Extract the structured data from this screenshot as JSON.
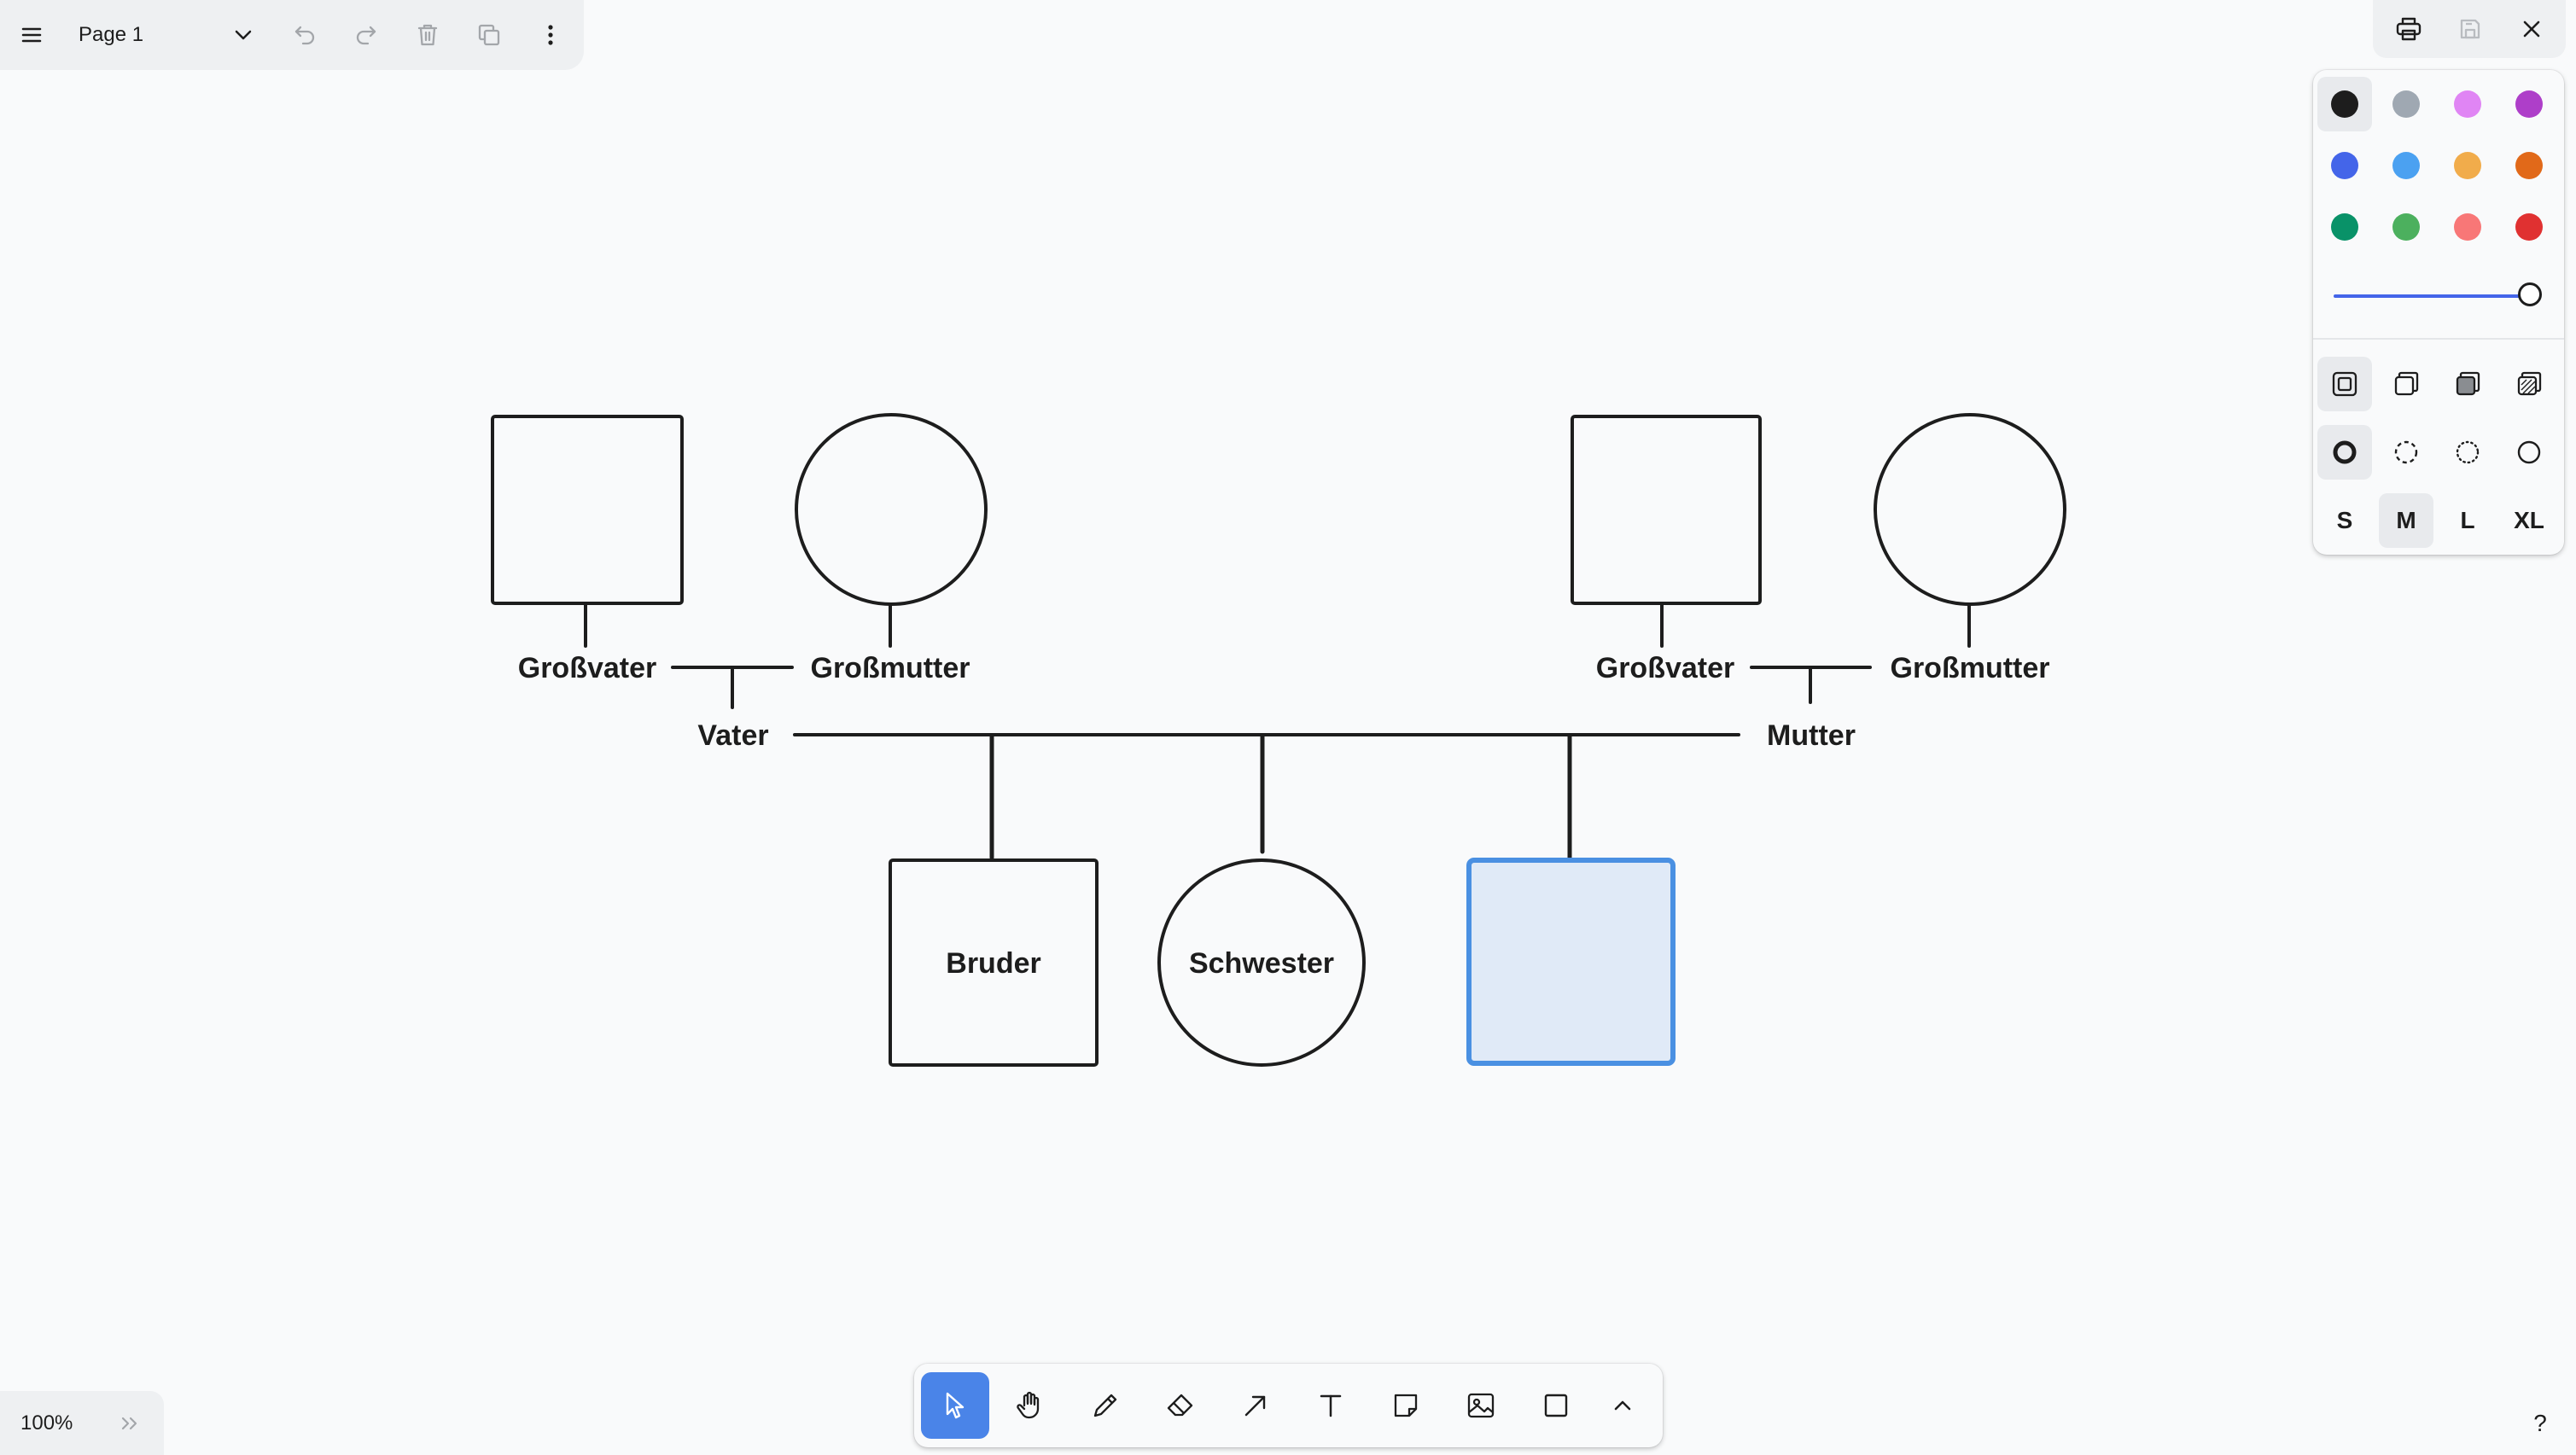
{
  "menu": {
    "page_name": "Page 1",
    "icons": [
      "hamburger-menu-icon",
      "chevron-down-icon",
      "undo-icon",
      "redo-icon",
      "trash-icon",
      "duplicate-icon",
      "more-vertical-icon"
    ]
  },
  "actions": {
    "icons": [
      "print-icon",
      "save-icon",
      "close-icon"
    ]
  },
  "canvas": {
    "labels": {
      "grandfather_left": "Großvater",
      "grandmother_left": "Großmutter",
      "grandfather_right": "Großvater",
      "grandmother_right": "Großmutter",
      "father": "Vater",
      "mother": "Mutter",
      "brother": "Bruder",
      "sister": "Schwester"
    },
    "selection_color": "#4a90e2"
  },
  "style_panel": {
    "colors": [
      "#1d1d1d",
      "#9fa8b2",
      "#e085f4",
      "#ae3ec9",
      "#4465e9",
      "#4ba1f1",
      "#f1ac4b",
      "#e16919",
      "#099268",
      "#4cb05e",
      "#f87777",
      "#e03131"
    ],
    "selected_color": "#1d1d1d",
    "opacity": 1.0,
    "fill_options": [
      "fill-none-icon",
      "fill-semi-icon",
      "fill-solid-icon",
      "fill-pattern-icon"
    ],
    "selected_fill": "fill-none-icon",
    "dash_options": [
      "dash-draw-icon",
      "dash-dashed-icon",
      "dash-dotted-icon",
      "dash-solid-icon"
    ],
    "selected_dash": "dash-draw-icon",
    "sizes": [
      "S",
      "M",
      "L",
      "XL"
    ],
    "selected_size": "M"
  },
  "toolbar": {
    "tools": [
      "select-tool",
      "hand-tool",
      "draw-tool",
      "eraser-tool",
      "arrow-tool",
      "text-tool",
      "note-tool",
      "media-tool",
      "rectangle-tool",
      "more-tools"
    ],
    "active_tool": "select-tool"
  },
  "zoom": {
    "level": "100%"
  },
  "help": {
    "label": "?"
  }
}
